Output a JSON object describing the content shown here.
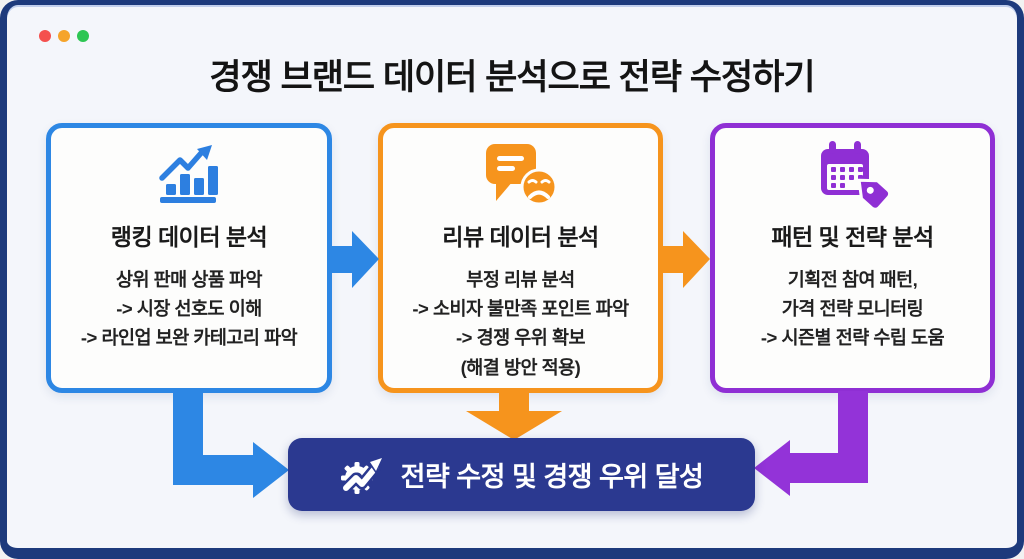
{
  "window": {
    "controls": [
      {
        "name": "close",
        "color": "#f4504e"
      },
      {
        "name": "minimize",
        "color": "#f5a42b"
      },
      {
        "name": "zoom",
        "color": "#2dc653"
      }
    ]
  },
  "title": "경쟁 브랜드 데이터 분석으로 전략 수정하기",
  "cards": [
    {
      "id": "ranking",
      "icon": "bar-chart-growth-icon",
      "accent_color": "#2d87e4",
      "title": "랭킹 데이터 분석",
      "lines": [
        "상위 판매 상품 파악",
        "-> 시장 선호도 이해",
        "-> 라인업 보완 카테고리 파악"
      ]
    },
    {
      "id": "review",
      "icon": "speech-bubble-sad-face-icon",
      "accent_color": "#f6941d",
      "title": "리뷰 데이터 분석",
      "lines": [
        "부정 리뷰 분석",
        "-> 소비자 불만족 포인트 파악",
        "-> 경쟁 우위 확보",
        "(해결 방안 적용)"
      ]
    },
    {
      "id": "pattern",
      "icon": "calendar-tag-icon",
      "accent_color": "#8f2fd4",
      "title": "패턴 및 전략 분석",
      "lines": [
        "기획전 참여 패턴,",
        "가격 전략 모니터링",
        "-> 시즌별 전략 수립 도움"
      ]
    }
  ],
  "flow": {
    "arrow_1_color": "#2d87e4",
    "arrow_2_color": "#f6941d",
    "down_left_color": "#2d87e4",
    "down_mid_color": "#f6941d",
    "down_right_color": "#8f2fd4"
  },
  "result_banner": {
    "icon": "gear-up-arrow-icon",
    "label": "전략 수정 및 경쟁 우위 달성",
    "background": "#2b3990"
  }
}
